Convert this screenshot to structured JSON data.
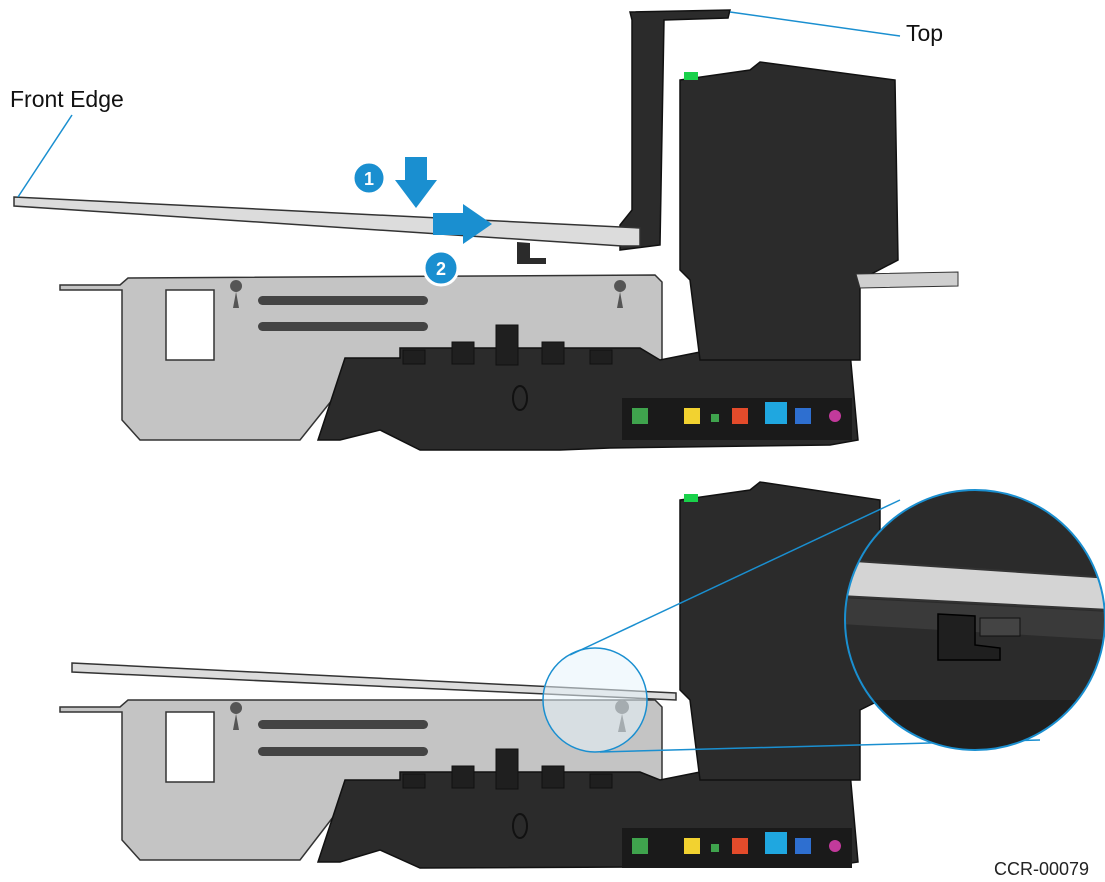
{
  "callouts": {
    "top": "Top",
    "front_edge": "Front Edge"
  },
  "steps": [
    {
      "number": "1",
      "action": "arrow-down-icon"
    },
    {
      "number": "2",
      "action": "arrow-right-icon"
    }
  ],
  "figure_code": "CCR-00079",
  "colors": {
    "accent": "#1a8fd0",
    "housing": "#2b2b2b",
    "housing_dark": "#1a1a1a",
    "plate": "#c4c4c4",
    "plate_light": "#dcdcdc",
    "shelf": "#cfcfcf",
    "led": "#19d14a",
    "port_green": "#3fa34d",
    "port_yellow": "#f2d230",
    "port_red": "#e34b2b",
    "port_blue": "#2e6fd0",
    "port_cyan": "#1fa7e0",
    "port_magenta": "#c23a9b"
  }
}
